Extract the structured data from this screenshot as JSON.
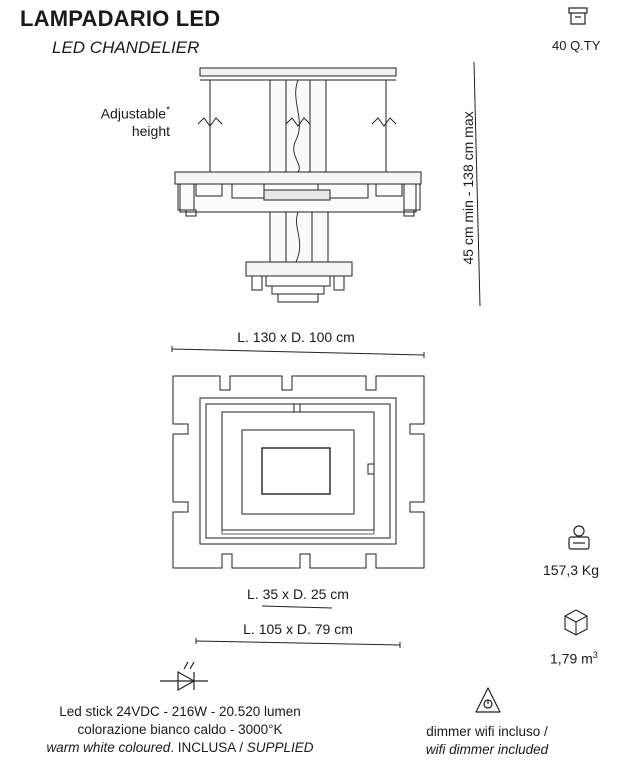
{
  "header": {
    "title": "LAMPADARIO LED",
    "subtitle": "LED CHANDELIER"
  },
  "quantity": {
    "icon": "box-icon",
    "label": "40 Q.TY"
  },
  "elevation": {
    "adjustable_line1": "Adjustable",
    "adjustable_star": "*",
    "adjustable_line2": "height",
    "height_range": "45 cm min - 138 cm max"
  },
  "plan": {
    "overall": "L. 130 x D. 100 cm",
    "inner_small": "L. 35 x D. 25 cm",
    "inner_large": "L. 105 x D. 79 cm"
  },
  "specs": {
    "weight_icon": "weight-icon",
    "weight": "157,3 Kg",
    "volume_icon": "cube-icon",
    "volume_value": "1,79 m",
    "volume_exp": "3"
  },
  "led": {
    "icon": "led-diode-icon",
    "line1": "Led stick 24VDC - 216W - 20.520 lumen",
    "line2": "colorazione bianco caldo - 3000°K",
    "line3_italic": "warm white coloured",
    "line3_mid": ". INCLUSA / ",
    "line3_italic2": "SUPPLIED"
  },
  "dimmer": {
    "icon": "dimmer-icon",
    "line1": "dimmer wifi incluso /",
    "line2": "wifi dimmer included"
  }
}
